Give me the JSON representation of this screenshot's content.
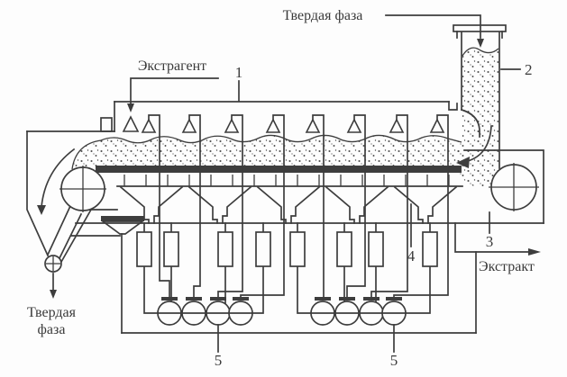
{
  "labels": {
    "solid_phase_top": "Твердая фаза",
    "extractant": "Экстрагент",
    "extract": "Экстракт",
    "solid_phase_bottom_line1": "Твердая",
    "solid_phase_bottom_line2": "фаза"
  },
  "callouts": {
    "c1": "1",
    "c2": "2",
    "c3": "3",
    "c4": "4",
    "c5_left": "5",
    "c5_right": "5"
  },
  "colors": {
    "ink": "#3d3d3d",
    "paper": "#fdfdfd"
  }
}
